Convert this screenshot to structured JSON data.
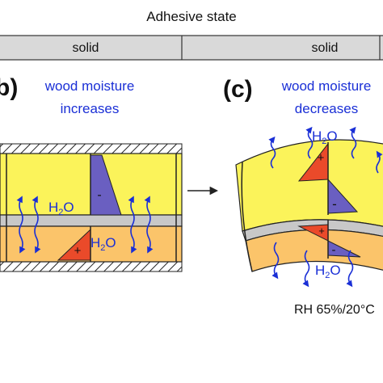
{
  "header": {
    "title": "Adhesive state",
    "left_state": "solid",
    "right_state": "solid"
  },
  "panel_b": {
    "label": "b)",
    "caption_line1": "wood moisture",
    "caption_line2": "increases",
    "water_top": "H",
    "water_sub": "2",
    "water_end": "O",
    "water_bottom": "H",
    "water_bottom_sub": "2",
    "water_bottom_end": "O",
    "stress_minus": "-",
    "stress_plus": "+"
  },
  "panel_c": {
    "label": "(c)",
    "caption_line1": "wood moisture",
    "caption_line2": "decreases",
    "water_top": "H",
    "water_sub": "2",
    "water_end": "O",
    "water_bottom": "H",
    "water_bottom_sub": "2",
    "water_bottom_end": "O",
    "stress_plus_top": "+",
    "stress_minus_top": "-",
    "stress_plus_bottom": "+",
    "stress_minus_bottom": "-",
    "climate": "RH 65%/20°C"
  },
  "colors": {
    "upper_layer": "#fbf35a",
    "lower_layer": "#fbc46a",
    "bondline": "#c8c8c8",
    "stress_tension": "#ea4a2a",
    "stress_compression": "#6a5fc1",
    "water_arrow": "#1a2fd6",
    "caption_text": "#1a2fd6",
    "hatch": "#222222"
  }
}
